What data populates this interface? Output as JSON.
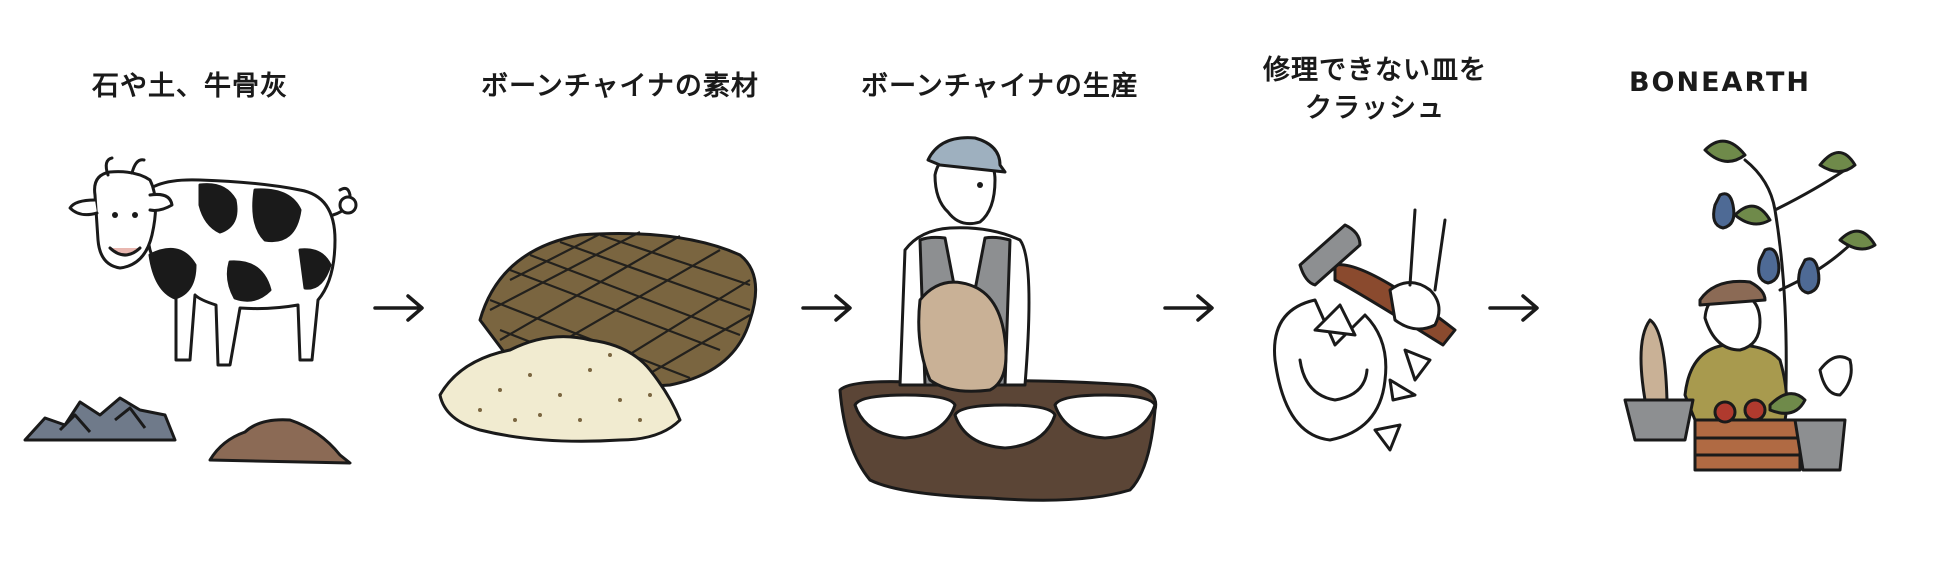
{
  "steps": [
    {
      "label": "石や土、牛骨灰"
    },
    {
      "label": "ボーンチャイナの素材"
    },
    {
      "label": "ボーンチャイナの生産"
    },
    {
      "label_line1": "修理できない皿を",
      "label_line2": "クラッシュ"
    },
    {
      "label": "BONEARTH"
    }
  ],
  "colors": {
    "ink": "#1a1a1a",
    "stone": "#6f7a8a",
    "soil": "#8b6a55",
    "basket": "#7a6540",
    "powder": "#f1ebd0",
    "cap": "#9eb0bf",
    "cloth": "#c9b196",
    "table": "#5b4536",
    "hammer_head": "#8d8f91",
    "hammer_handle": "#8a4a2e",
    "pear": "#4e6a95",
    "leaf": "#6f8a4a",
    "shirt": "#a89a4e",
    "crate": "#b06a43"
  }
}
